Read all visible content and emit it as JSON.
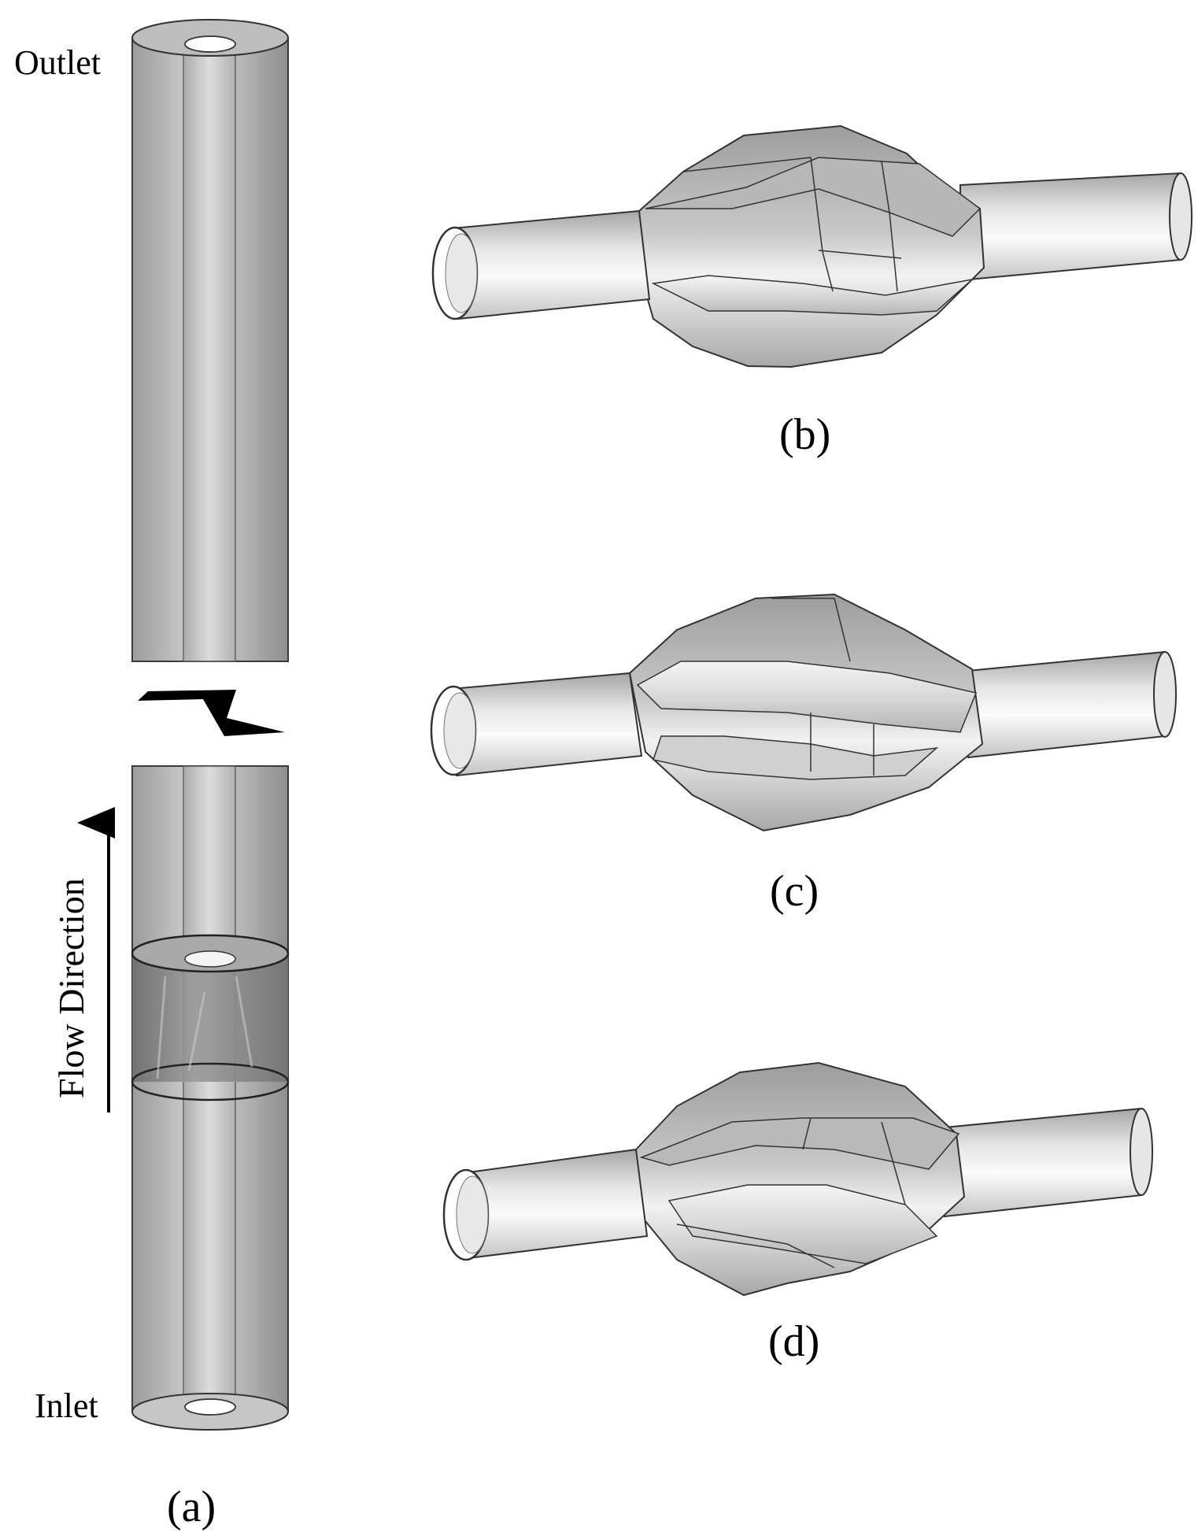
{
  "panel_a": {
    "outlet_label": "Outlet",
    "inlet_label": "Inlet",
    "flow_label": "Flow Direction",
    "caption": "(a)"
  },
  "panel_b": {
    "caption": "(b)"
  },
  "panel_c": {
    "caption": "(c)"
  },
  "panel_d": {
    "caption": "(d)"
  },
  "colors": {
    "background": "#ffffff",
    "pipe_shade": "#b4b4b4",
    "pipe_dark": "#7a7a7a",
    "edge": "#2a2a2a"
  }
}
